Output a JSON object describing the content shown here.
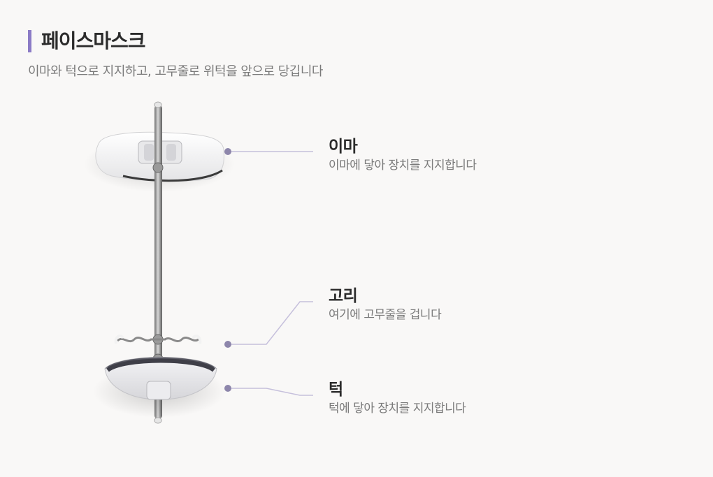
{
  "header": {
    "title": "페이스마스크",
    "subtitle": "이마와 턱으로 지지하고, 고무줄로 위턱을 앞으로 당깁니다"
  },
  "colors": {
    "accent": "#8b7bc6",
    "dot": "#8d86ab",
    "leader": "#c6c0dc"
  },
  "callouts": [
    {
      "title": "이마",
      "description": "이마에 닿아 장치를 지지합니다"
    },
    {
      "title": "고리",
      "description": "여기에 고무줄을 겁니다"
    },
    {
      "title": "턱",
      "description": "턱에 닿아 장치를 지지합니다"
    }
  ]
}
